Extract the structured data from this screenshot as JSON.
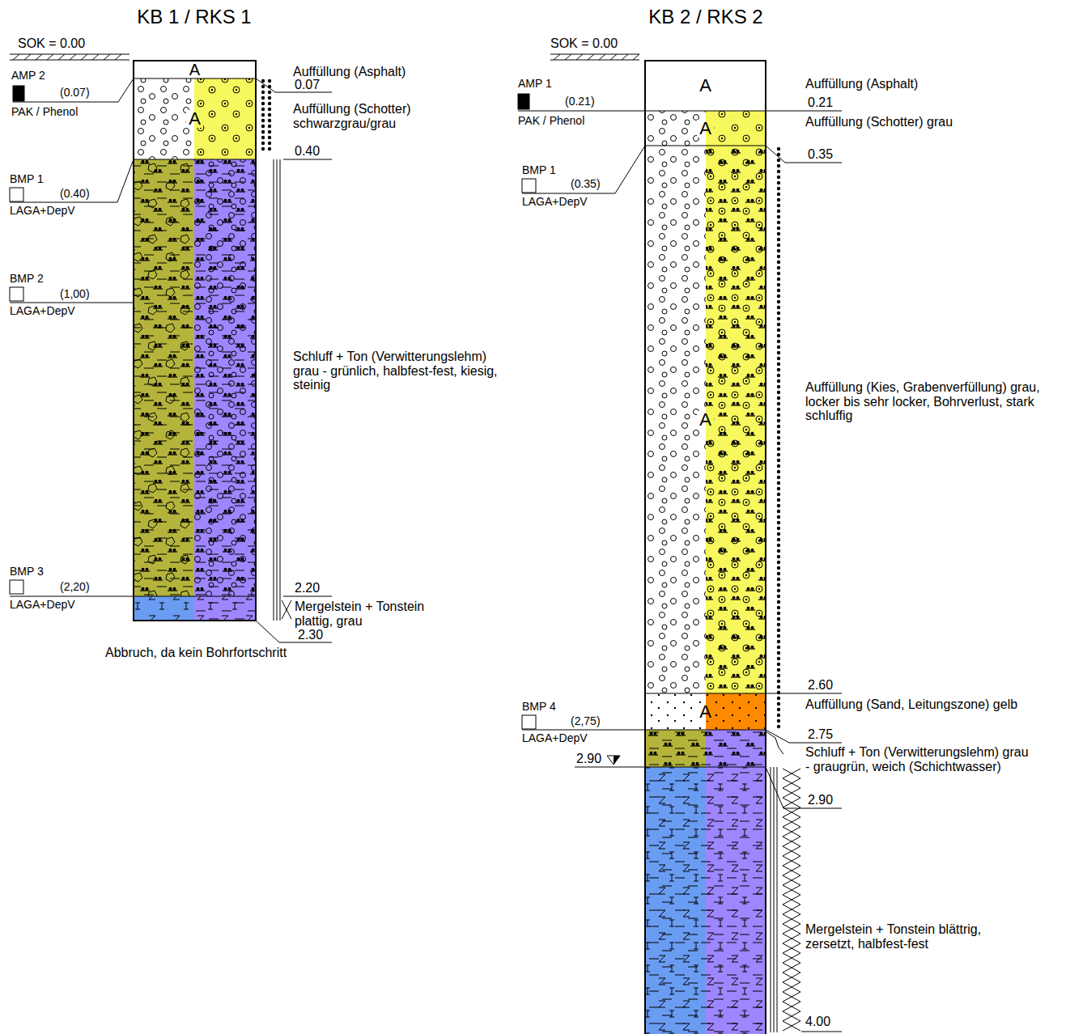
{
  "diagram": {
    "nodes": [
      {
        "text": [
          "A"
        ]
      },
      {
        "text": [
          "A"
        ]
      },
      {
        "text": [
          "A"
        ]
      },
      {
        "text": [
          "A"
        ]
      },
      {
        "text": [
          "A"
        ]
      },
      {
        "text": [
          "A"
        ]
      }
    ],
    "labels": [
      "KB 1 / RKS 1",
      "SOK = 0.00",
      "AMP 2",
      "(0.07)",
      "PAK / Phenol",
      "Auffüllung (Asphalt)",
      "0.07",
      "Auffüllung (Schotter) schwarzgrau/grau",
      "0.40",
      "BMP 1",
      "(0.40)",
      "LAGA+DepV",
      "BMP 2",
      "(1,00)",
      "LAGA+DepV",
      "Schluff + Ton (Verwitterungslehm) grau - grünlich, halbfest-fest, kiesig, steinig",
      "BMP 3",
      "(2,20)",
      "LAGA+DepV",
      "2.20",
      "Mergelstein + Tonstein plattig, grau",
      "2.30",
      "Abbruch, da kein Bohrfortschritt",
      "KB 2 / RKS 2",
      "SOK = 0.00",
      "AMP 1",
      "(0.21)",
      "PAK / Phenol",
      "Auffüllung (Asphalt)",
      "0.21",
      "Auffüllung (Schotter) grau",
      "0.35",
      "BMP 1",
      "(0.35)",
      "LAGA+DepV",
      "Auffüllung (Kies, Grabenverfüllung) grau, locker bis sehr locker, Bohrverlust, stark schluffig",
      "2.60",
      "Auffüllung (Sand, Leitungszone) gelb",
      "2.75",
      "BMP 4",
      "(2,75)",
      "LAGA+DepV",
      "2.90",
      "Schluff + Ton (Verwitterungslehm) grau - graugrün, weich (Schichtwasser)",
      "2.90",
      "Mergelstein + Tonstein blättrig, zersetzt, halbfest-fest",
      "4.00"
    ]
  }
}
